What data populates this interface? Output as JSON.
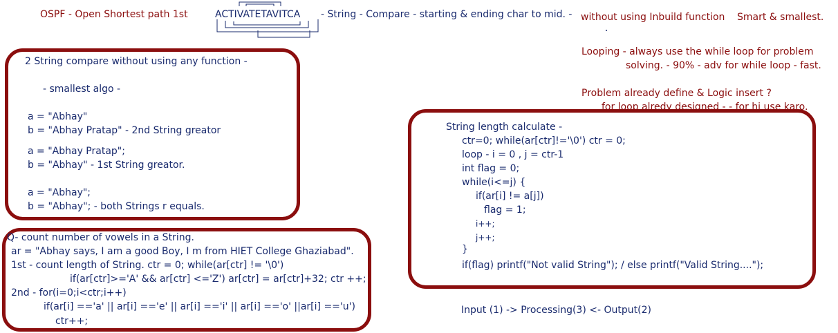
{
  "header": {
    "ospf": "OSPF - Open Shortest path 1st",
    "word": "ACTIVATETAVITCA",
    "compare": "- String - Compare - starting & ending char to mid. -",
    "without": "without using Inbuild function",
    "smart": "Smart & smallest."
  },
  "right_notes": {
    "looping_1": "Looping - always use the while loop for problem",
    "looping_2": "solving.  - 90% - adv for while loop - fast.",
    "problem_1": "Problem already define & Logic insert ?",
    "problem_2": "for loop alredy designed  - - for hi use karo."
  },
  "box1": {
    "title": "2 String compare without using any function -",
    "algo": "- smallest algo -",
    "lines": [
      "a = \"Abhay\"",
      "b = \"Abhay Pratap\" -  2nd String greator",
      "a = \"Abhay Pratap\";",
      "b = \"Abhay\"  - 1st String greator.",
      "a = \"Abhay\";",
      "b = \"Abhay\";    - both Strings r equals."
    ]
  },
  "box2": {
    "lines": [
      "Q- count number of vowels in a String.",
      "ar = \"Abhay says, I am a good Boy, I m from HIET College Ghaziabad\".",
      "1st - count length of String.    ctr = 0;  while(ar[ctr] != '\\0')",
      "if(ar[ctr]>='A' && ar[ctr] <='Z')  ar[ctr] = ar[ctr]+32;  ctr ++;",
      "2nd - for(i=0;i<ctr;i++)",
      "if(ar[i] =='a' || ar[i] =='e' || ar[i] =='i' || ar[i] =='o' ||ar[i] =='u')",
      "ctr++;"
    ]
  },
  "box3": {
    "lines": [
      "String length calculate -",
      "ctr=0;  while(ar[ctr]!='\\0')  ctr = 0;",
      "loop - i = 0 , j = ctr-1",
      "int flag = 0;",
      "while(i<=j) {",
      "if(ar[i] != a[j])",
      "flag  = 1;",
      "i++;",
      "j++;",
      "}",
      "if(flag)  printf(\"Not valid String\");  / else  printf(\"Valid String....\");"
    ]
  },
  "footer": {
    "io": "Input (1)  ->  Processing(3)  <-  Output(2)"
  },
  "colors": {
    "maroon": "#8b0e0e",
    "navy": "#1a2b6e"
  }
}
